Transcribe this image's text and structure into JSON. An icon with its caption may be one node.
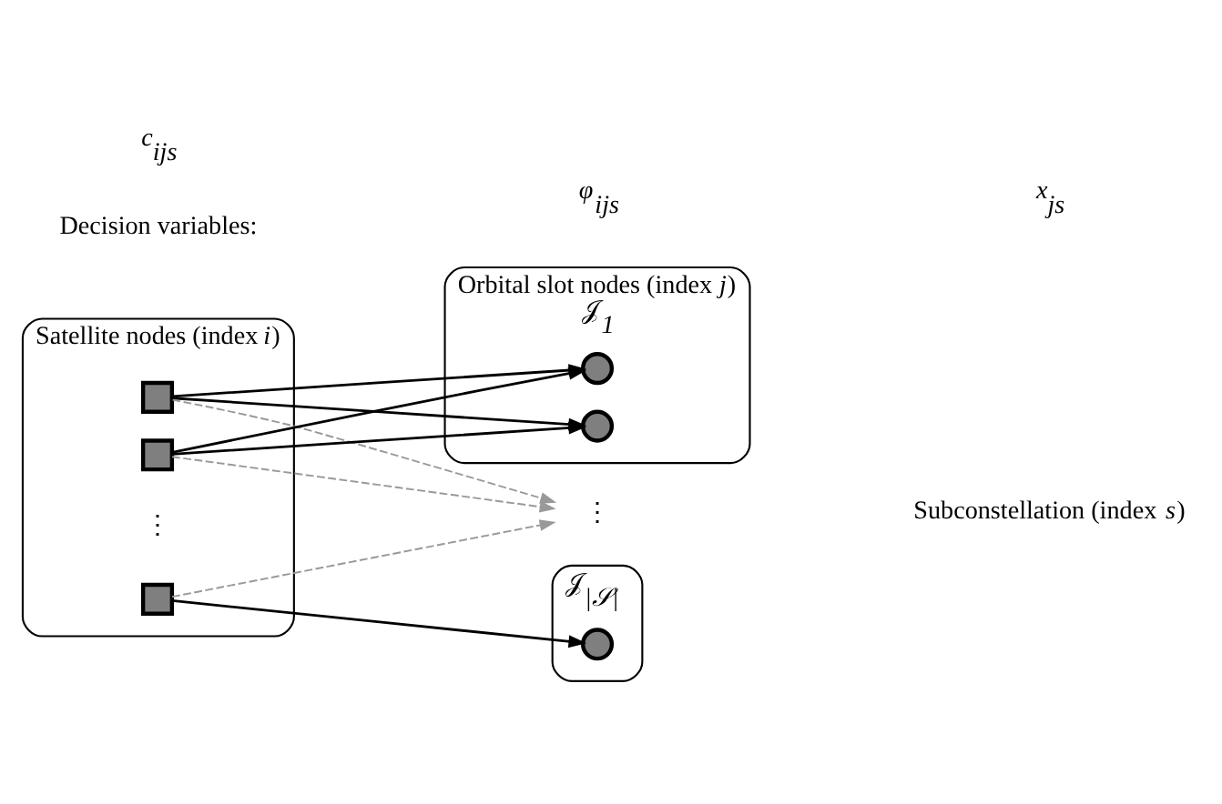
{
  "diagram": {
    "nodes": [
      {
        "text": [
          "Satellite nodes (index *i*)"
        ]
      },
      {
        "text": [],
        "shape": "box",
        "in": 0
      },
      {
        "text": [],
        "shape": "box",
        "in": 0
      },
      {
        "text": [],
        "shape": "box",
        "in": 0
      },
      {
        "text": [
          "Orbital slot nodes (index *j*)"
        ],
        "beside": [
          "𝒥$_{1}$"
        ]
      },
      {
        "text": [],
        "shape": "circle",
        "in": 4
      },
      {
        "text": [],
        "shape": "circle",
        "in": 4
      },
      {
        "text": [
          "⋮"
        ]
      },
      {
        "text": [],
        "shape": "box",
        "beside": [
          "𝒥$_{|𝒮|}$"
        ]
      },
      {
        "text": [],
        "shape": "circle",
        "in": 8
      }
    ],
    "edges": [
      {
        "from": 1,
        "to": 5,
        "arrow": "to"
      },
      {
        "from": 1,
        "to": 6,
        "arrow": "to"
      },
      {
        "from": 1,
        "to": 7,
        "arrow": "to",
        "style": "dashed",
        "color": "#999999"
      },
      {
        "from": 2,
        "to": 5,
        "arrow": "to"
      },
      {
        "from": 2,
        "to": 6,
        "arrow": "to"
      },
      {
        "from": 2,
        "to": 7,
        "arrow": "to",
        "style": "dashed",
        "color": "#999999"
      },
      {
        "from": 3,
        "to": 7,
        "arrow": "to",
        "style": "dashed",
        "color": "#999999"
      },
      {
        "from": 3,
        "to": 9,
        "arrow": "to"
      }
    ],
    "labels": [
      "⋮",
      "*c*$_{ijs}$",
      "Subconstellation (index *s*)",
      "Decision variables:",
      "*φ*$_{ijs}$",
      "*x*$_{js}$"
    ]
  }
}
